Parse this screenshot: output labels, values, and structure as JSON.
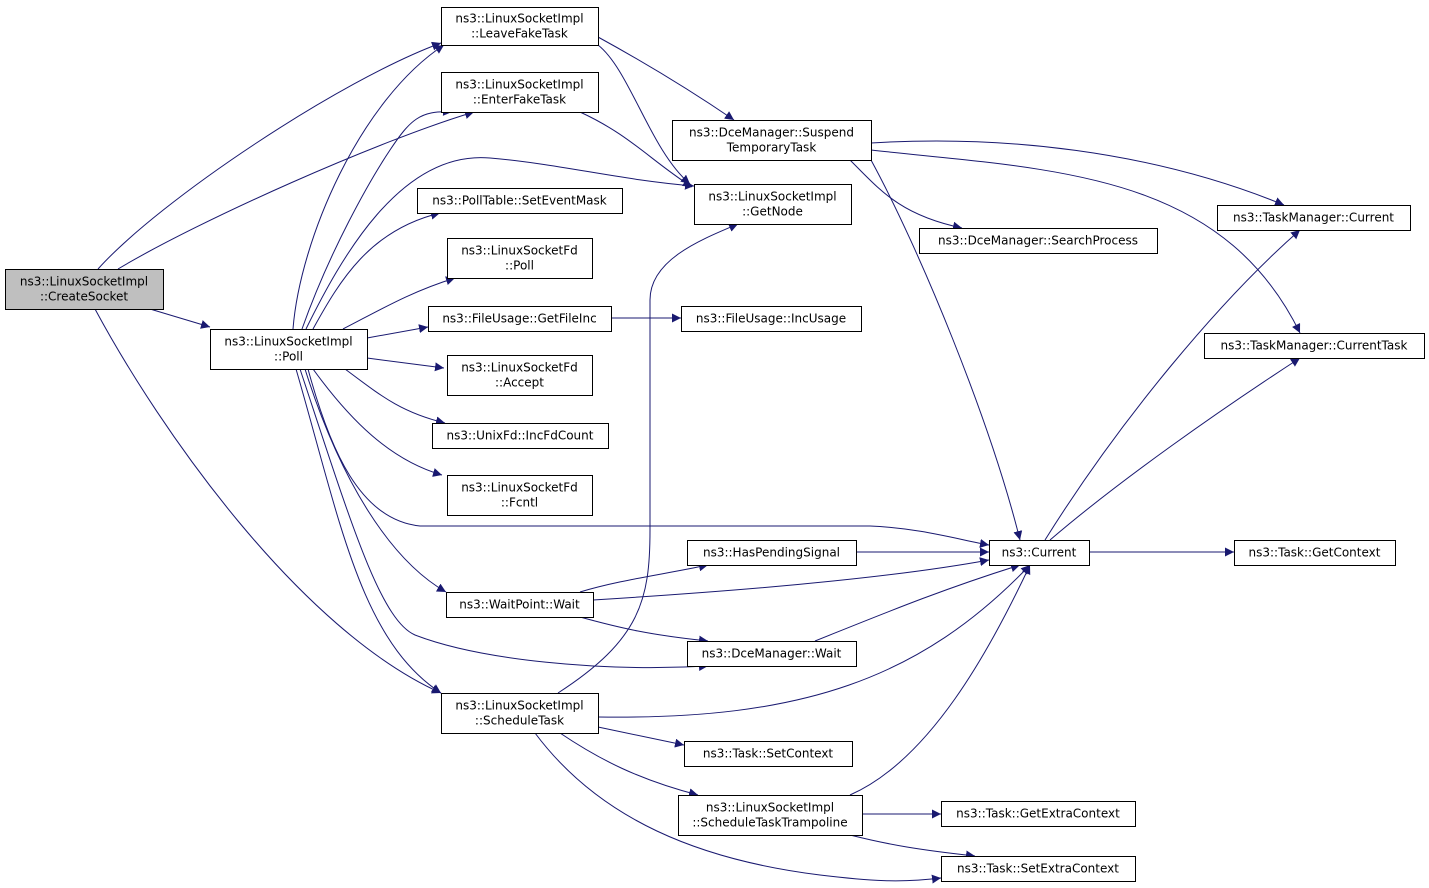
{
  "graph": {
    "edge_color": "#191970",
    "root_fill": "#bfbfbf",
    "nodes": [
      {
        "id": "createSocket",
        "lines": [
          "ns3::LinuxSocketImpl",
          "::CreateSocket"
        ],
        "root": true
      },
      {
        "id": "poll",
        "lines": [
          "ns3::LinuxSocketImpl",
          "::Poll"
        ]
      },
      {
        "id": "leaveFake",
        "lines": [
          "ns3::LinuxSocketImpl",
          "::LeaveFakeTask"
        ]
      },
      {
        "id": "enterFake",
        "lines": [
          "ns3::LinuxSocketImpl",
          "::EnterFakeTask"
        ]
      },
      {
        "id": "setEventMask",
        "lines": [
          "ns3::PollTable::SetEventMask"
        ]
      },
      {
        "id": "fdPoll",
        "lines": [
          "ns3::LinuxSocketFd",
          "::Poll"
        ]
      },
      {
        "id": "getFileInc",
        "lines": [
          "ns3::FileUsage::GetFileInc"
        ]
      },
      {
        "id": "fdAccept",
        "lines": [
          "ns3::LinuxSocketFd",
          "::Accept"
        ]
      },
      {
        "id": "incFdCount",
        "lines": [
          "ns3::UnixFd::IncFdCount"
        ]
      },
      {
        "id": "fdFcntl",
        "lines": [
          "ns3::LinuxSocketFd",
          "::Fcntl"
        ]
      },
      {
        "id": "waitPoint",
        "lines": [
          "ns3::WaitPoint::Wait"
        ]
      },
      {
        "id": "scheduleTask",
        "lines": [
          "ns3::LinuxSocketImpl",
          "::ScheduleTask"
        ]
      },
      {
        "id": "suspendTemp",
        "lines": [
          "ns3::DceManager::Suspend",
          "TemporaryTask"
        ]
      },
      {
        "id": "getNode",
        "lines": [
          "ns3::LinuxSocketImpl",
          "::GetNode"
        ]
      },
      {
        "id": "incUsage",
        "lines": [
          "ns3::FileUsage::IncUsage"
        ]
      },
      {
        "id": "hasPending",
        "lines": [
          "ns3::HasPendingSignal"
        ]
      },
      {
        "id": "dceWait",
        "lines": [
          "ns3::DceManager::Wait"
        ]
      },
      {
        "id": "setContext",
        "lines": [
          "ns3::Task::SetContext"
        ]
      },
      {
        "id": "trampoline",
        "lines": [
          "ns3::LinuxSocketImpl",
          "::ScheduleTaskTrampoline"
        ]
      },
      {
        "id": "searchProcess",
        "lines": [
          "ns3::DceManager::SearchProcess"
        ]
      },
      {
        "id": "current",
        "lines": [
          "ns3::Current"
        ]
      },
      {
        "id": "tmCurrent",
        "lines": [
          "ns3::TaskManager::Current"
        ]
      },
      {
        "id": "tmCurrentTask",
        "lines": [
          "ns3::TaskManager::CurrentTask"
        ]
      },
      {
        "id": "getContext",
        "lines": [
          "ns3::Task::GetContext"
        ]
      },
      {
        "id": "getExtra",
        "lines": [
          "ns3::Task::GetExtraContext"
        ]
      },
      {
        "id": "setExtra",
        "lines": [
          "ns3::Task::SetExtraContext"
        ]
      }
    ],
    "edges": [
      [
        "createSocket",
        "leaveFake"
      ],
      [
        "createSocket",
        "enterFake"
      ],
      [
        "createSocket",
        "poll"
      ],
      [
        "createSocket",
        "scheduleTask"
      ],
      [
        "poll",
        "leaveFake"
      ],
      [
        "poll",
        "enterFake"
      ],
      [
        "poll",
        "getNode"
      ],
      [
        "poll",
        "setEventMask"
      ],
      [
        "poll",
        "fdPoll"
      ],
      [
        "poll",
        "getFileInc"
      ],
      [
        "poll",
        "fdAccept"
      ],
      [
        "poll",
        "incFdCount"
      ],
      [
        "poll",
        "fdFcntl"
      ],
      [
        "poll",
        "current"
      ],
      [
        "poll",
        "waitPoint"
      ],
      [
        "poll",
        "dceWait"
      ],
      [
        "poll",
        "scheduleTask"
      ],
      [
        "leaveFake",
        "suspendTemp"
      ],
      [
        "leaveFake",
        "getNode"
      ],
      [
        "enterFake",
        "getNode"
      ],
      [
        "getFileInc",
        "incUsage"
      ],
      [
        "suspendTemp",
        "tmCurrent"
      ],
      [
        "suspendTemp",
        "searchProcess"
      ],
      [
        "suspendTemp",
        "tmCurrentTask"
      ],
      [
        "suspendTemp",
        "current"
      ],
      [
        "waitPoint",
        "hasPending"
      ],
      [
        "waitPoint",
        "current"
      ],
      [
        "waitPoint",
        "dceWait"
      ],
      [
        "hasPending",
        "current"
      ],
      [
        "dceWait",
        "current"
      ],
      [
        "scheduleTask",
        "getNode"
      ],
      [
        "scheduleTask",
        "current"
      ],
      [
        "scheduleTask",
        "setContext"
      ],
      [
        "scheduleTask",
        "trampoline"
      ],
      [
        "scheduleTask",
        "setExtra"
      ],
      [
        "trampoline",
        "current"
      ],
      [
        "trampoline",
        "getExtra"
      ],
      [
        "trampoline",
        "setExtra"
      ],
      [
        "current",
        "tmCurrent"
      ],
      [
        "current",
        "tmCurrentTask"
      ],
      [
        "current",
        "getContext"
      ]
    ]
  }
}
